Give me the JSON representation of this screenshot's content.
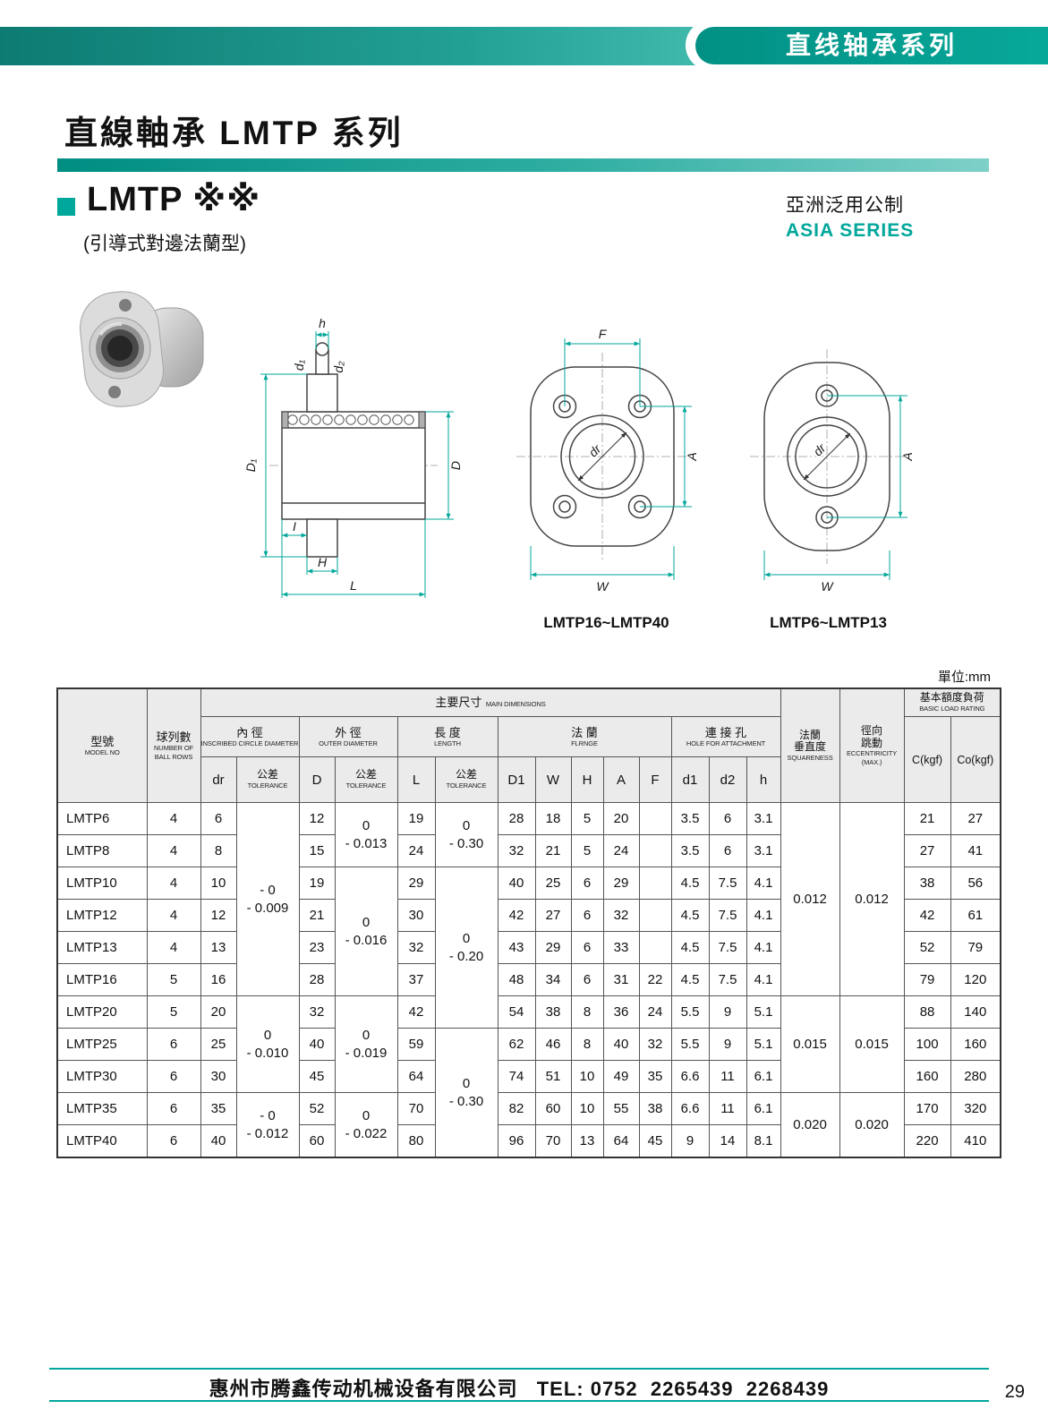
{
  "colors": {
    "teal": "#00a79b",
    "banner_dark": "#0d7b72",
    "banner_light": "#45bcb0",
    "header_bg": "#ebebeb"
  },
  "banner": {
    "label": "直线轴承系列"
  },
  "header": {
    "title": "直線軸承 LMTP 系列",
    "model_title": "LMTP ※※",
    "model_subtitle": "(引導式對邊法蘭型)",
    "series_cn": "亞洲泛用公制",
    "series_en": "ASIA SERIES"
  },
  "unit_note": "單位:mm",
  "drawings": {
    "section": {
      "labels": {
        "h": "h",
        "d1": "d₁",
        "d2": "d₂",
        "D1": "D₁",
        "D": "D",
        "I": "I",
        "H": "H",
        "L": "L"
      }
    },
    "front_large": {
      "caption": "LMTP16~LMTP40",
      "labels": {
        "F": "F",
        "A": "A",
        "W": "W",
        "dr": "dr"
      }
    },
    "front_small": {
      "caption": "LMTP6~LMTP13",
      "labels": {
        "A": "A",
        "W": "W",
        "dr": "dr"
      }
    }
  },
  "table": {
    "headers": {
      "model": {
        "cn": "型號",
        "en": "MODEL NO"
      },
      "ball_rows": {
        "cn": "球列數",
        "en": "NUMBER OF BALL ROWS"
      },
      "main_dimensions": {
        "cn": "主要尺寸",
        "en": "MAIN DIMENSIONS"
      },
      "inner_diameter": {
        "cn": "內 徑",
        "en": "INSCRIBED CIRCLE DIAMETER"
      },
      "outer_diameter": {
        "cn": "外 徑",
        "en": "OUTER DIAMETER"
      },
      "length": {
        "cn": "長 度",
        "en": "LENGTH"
      },
      "flange": {
        "cn": "法 蘭",
        "en": "FLRNGE"
      },
      "hole": {
        "cn": "連 接 孔",
        "en": "HOLE FOR ATTACHMENT"
      },
      "tolerance": {
        "cn": "公差",
        "en": "TOLERANCE"
      },
      "squareness": {
        "cn1": "法蘭",
        "cn2": "垂直度",
        "en": "SQUARENESS"
      },
      "eccentricity": {
        "cn1": "徑向",
        "cn2": "跳動",
        "en": "ECCENTIRICITY",
        "en2": "(MAX.)"
      },
      "load_rating": {
        "cn": "基本額度負荷",
        "en": "BASIC LOAD RATING"
      },
      "cols": {
        "dr": "dr",
        "D": "D",
        "L": "L",
        "D1": "D1",
        "W": "W",
        "H": "H",
        "A": "A",
        "F": "F",
        "d1": "d1",
        "d2": "d2",
        "h": "h",
        "C": "C(kgf)",
        "Co": "Co(kgf)"
      }
    },
    "rows": [
      {
        "model": "LMTP6",
        "ball": "4",
        "dr": "6",
        "D": "12",
        "L": "19",
        "D1": "28",
        "W": "18",
        "H": "5",
        "A": "20",
        "F": "",
        "d1": "3.5",
        "d2": "6",
        "h": "3.1",
        "C": "21",
        "Co": "27"
      },
      {
        "model": "LMTP8",
        "ball": "4",
        "dr": "8",
        "D": "15",
        "L": "24",
        "D1": "32",
        "W": "21",
        "H": "5",
        "A": "24",
        "F": "",
        "d1": "3.5",
        "d2": "6",
        "h": "3.1",
        "C": "27",
        "Co": "41"
      },
      {
        "model": "LMTP10",
        "ball": "4",
        "dr": "10",
        "D": "19",
        "L": "29",
        "D1": "40",
        "W": "25",
        "H": "6",
        "A": "29",
        "F": "",
        "d1": "4.5",
        "d2": "7.5",
        "h": "4.1",
        "C": "38",
        "Co": "56"
      },
      {
        "model": "LMTP12",
        "ball": "4",
        "dr": "12",
        "D": "21",
        "L": "30",
        "D1": "42",
        "W": "27",
        "H": "6",
        "A": "32",
        "F": "",
        "d1": "4.5",
        "d2": "7.5",
        "h": "4.1",
        "C": "42",
        "Co": "61"
      },
      {
        "model": "LMTP13",
        "ball": "4",
        "dr": "13",
        "D": "23",
        "L": "32",
        "D1": "43",
        "W": "29",
        "H": "6",
        "A": "33",
        "F": "",
        "d1": "4.5",
        "d2": "7.5",
        "h": "4.1",
        "C": "52",
        "Co": "79"
      },
      {
        "model": "LMTP16",
        "ball": "5",
        "dr": "16",
        "D": "28",
        "L": "37",
        "D1": "48",
        "W": "34",
        "H": "6",
        "A": "31",
        "F": "22",
        "d1": "4.5",
        "d2": "7.5",
        "h": "4.1",
        "C": "79",
        "Co": "120"
      },
      {
        "model": "LMTP20",
        "ball": "5",
        "dr": "20",
        "D": "32",
        "L": "42",
        "D1": "54",
        "W": "38",
        "H": "8",
        "A": "36",
        "F": "24",
        "d1": "5.5",
        "d2": "9",
        "h": "5.1",
        "C": "88",
        "Co": "140"
      },
      {
        "model": "LMTP25",
        "ball": "6",
        "dr": "25",
        "D": "40",
        "L": "59",
        "D1": "62",
        "W": "46",
        "H": "8",
        "A": "40",
        "F": "32",
        "d1": "5.5",
        "d2": "9",
        "h": "5.1",
        "C": "100",
        "Co": "160"
      },
      {
        "model": "LMTP30",
        "ball": "6",
        "dr": "30",
        "D": "45",
        "L": "64",
        "D1": "74",
        "W": "51",
        "H": "10",
        "A": "49",
        "F": "35",
        "d1": "6.6",
        "d2": "11",
        "h": "6.1",
        "C": "160",
        "Co": "280"
      },
      {
        "model": "LMTP35",
        "ball": "6",
        "dr": "35",
        "D": "52",
        "L": "70",
        "D1": "82",
        "W": "60",
        "H": "10",
        "A": "55",
        "F": "38",
        "d1": "6.6",
        "d2": "11",
        "h": "6.1",
        "C": "170",
        "Co": "320"
      },
      {
        "model": "LMTP40",
        "ball": "6",
        "dr": "40",
        "D": "60",
        "L": "80",
        "D1": "96",
        "W": "70",
        "H": "13",
        "A": "64",
        "F": "45",
        "d1": "9",
        "d2": "14",
        "h": "8.1",
        "C": "220",
        "Co": "410"
      }
    ],
    "merges": {
      "dr_tol": [
        {
          "line1": "- 0",
          "line2": "- 0.009"
        },
        {
          "line1": "0",
          "line2": "- 0.010"
        },
        {
          "line1": "- 0",
          "line2": "- 0.012"
        }
      ],
      "d_tol": [
        {
          "line1": "0",
          "line2": "- 0.013"
        },
        {
          "line1": "0",
          "line2": "- 0.016"
        },
        {
          "line1": "0",
          "line2": "- 0.019"
        },
        {
          "line1": "0",
          "line2": "- 0.022"
        }
      ],
      "l_tol": [
        {
          "line1": "0",
          "line2": "- 0.30"
        },
        {
          "line1": "0",
          "line2": "- 0.20"
        },
        {
          "line1": "0",
          "line2": "- 0.30"
        }
      ],
      "squareness": [
        "0.012",
        "0.015",
        "0.020"
      ],
      "eccentricity": [
        "0.012",
        "0.015",
        "0.020"
      ]
    }
  },
  "footer": {
    "company": "惠州市腾鑫传动机械设备有限公司",
    "tel": "TEL: 0752  2265439  2268439",
    "page": "29"
  }
}
